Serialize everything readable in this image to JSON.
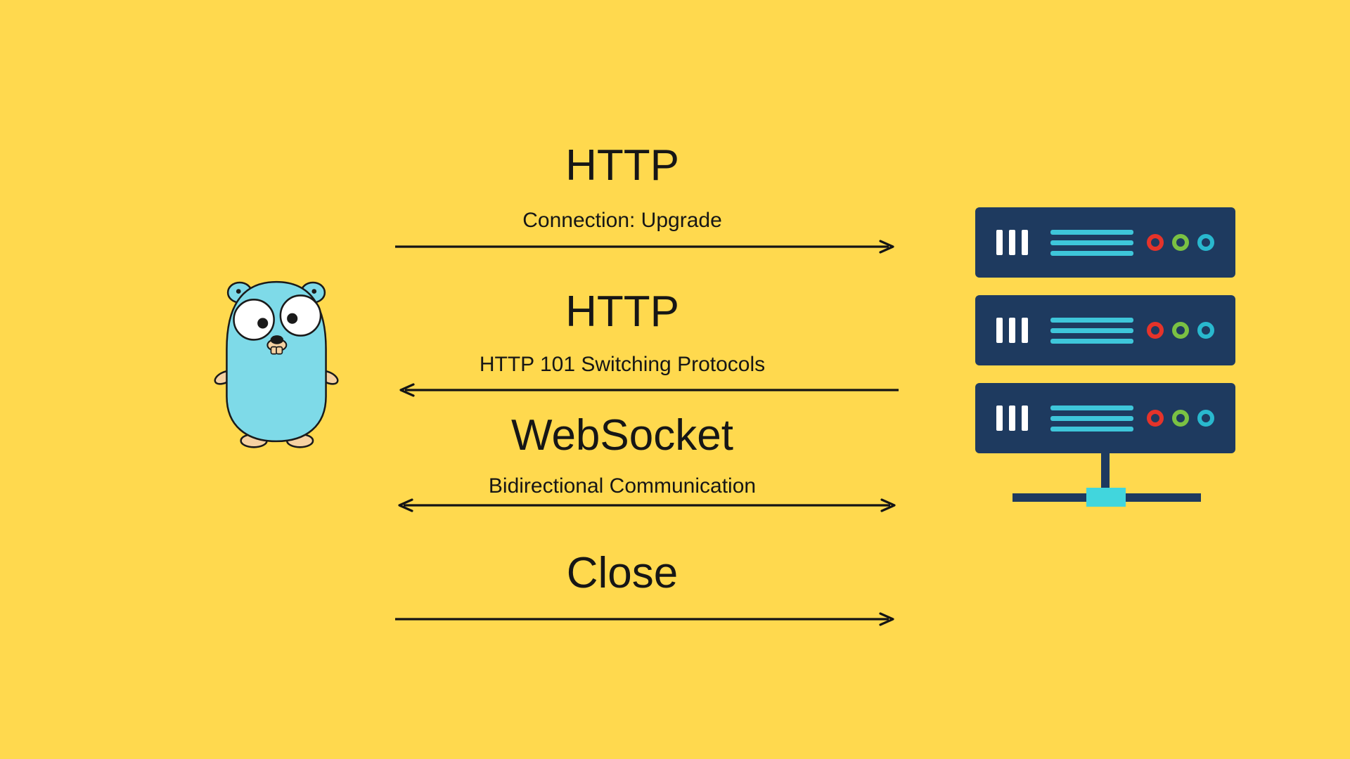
{
  "diagram": {
    "topic": "WebSocket handshake sequence",
    "background_color": "#FFD94E",
    "client": {
      "name": "Go gopher client",
      "body_color": "#7EDAE8",
      "skin_color": "#F6D2A2"
    },
    "messages": [
      {
        "title": "HTTP",
        "subtitle": "Connection: Upgrade",
        "direction": "client-to-server"
      },
      {
        "title": "HTTP",
        "subtitle": "HTTP 101 Switching Protocols",
        "direction": "server-to-client"
      },
      {
        "title": "WebSocket",
        "subtitle": "Bidirectional Communication",
        "direction": "bidirectional"
      },
      {
        "title": "Close",
        "subtitle": "",
        "direction": "client-to-server"
      }
    ],
    "servers": {
      "count": 3,
      "body_color": "#1E3A5F",
      "line_color": "#3EC6DA",
      "led_colors": [
        "#E5332A",
        "#7AC143",
        "#29B8CE"
      ],
      "network_plug_color": "#41D6DD"
    },
    "arrow_color": "#141414",
    "text_color": "#161616"
  }
}
